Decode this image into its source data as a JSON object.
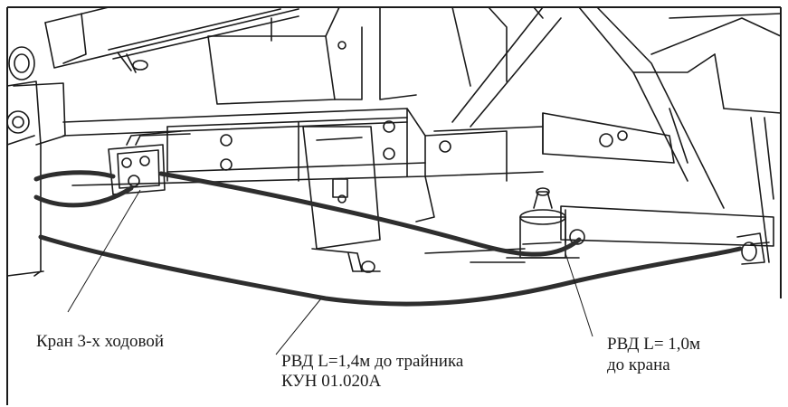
{
  "labels": {
    "valve": "Кран 3-х ходовой",
    "hose_long_line1": "РВД L=1,4м до трайника",
    "hose_long_line2": "КУН 01.020А",
    "hose_short_line1": "РВД L= 1,0м",
    "hose_short_line2": "до крана"
  },
  "colors": {
    "line": "#1a1a1a",
    "hose": "#333333",
    "background": "#ffffff"
  }
}
